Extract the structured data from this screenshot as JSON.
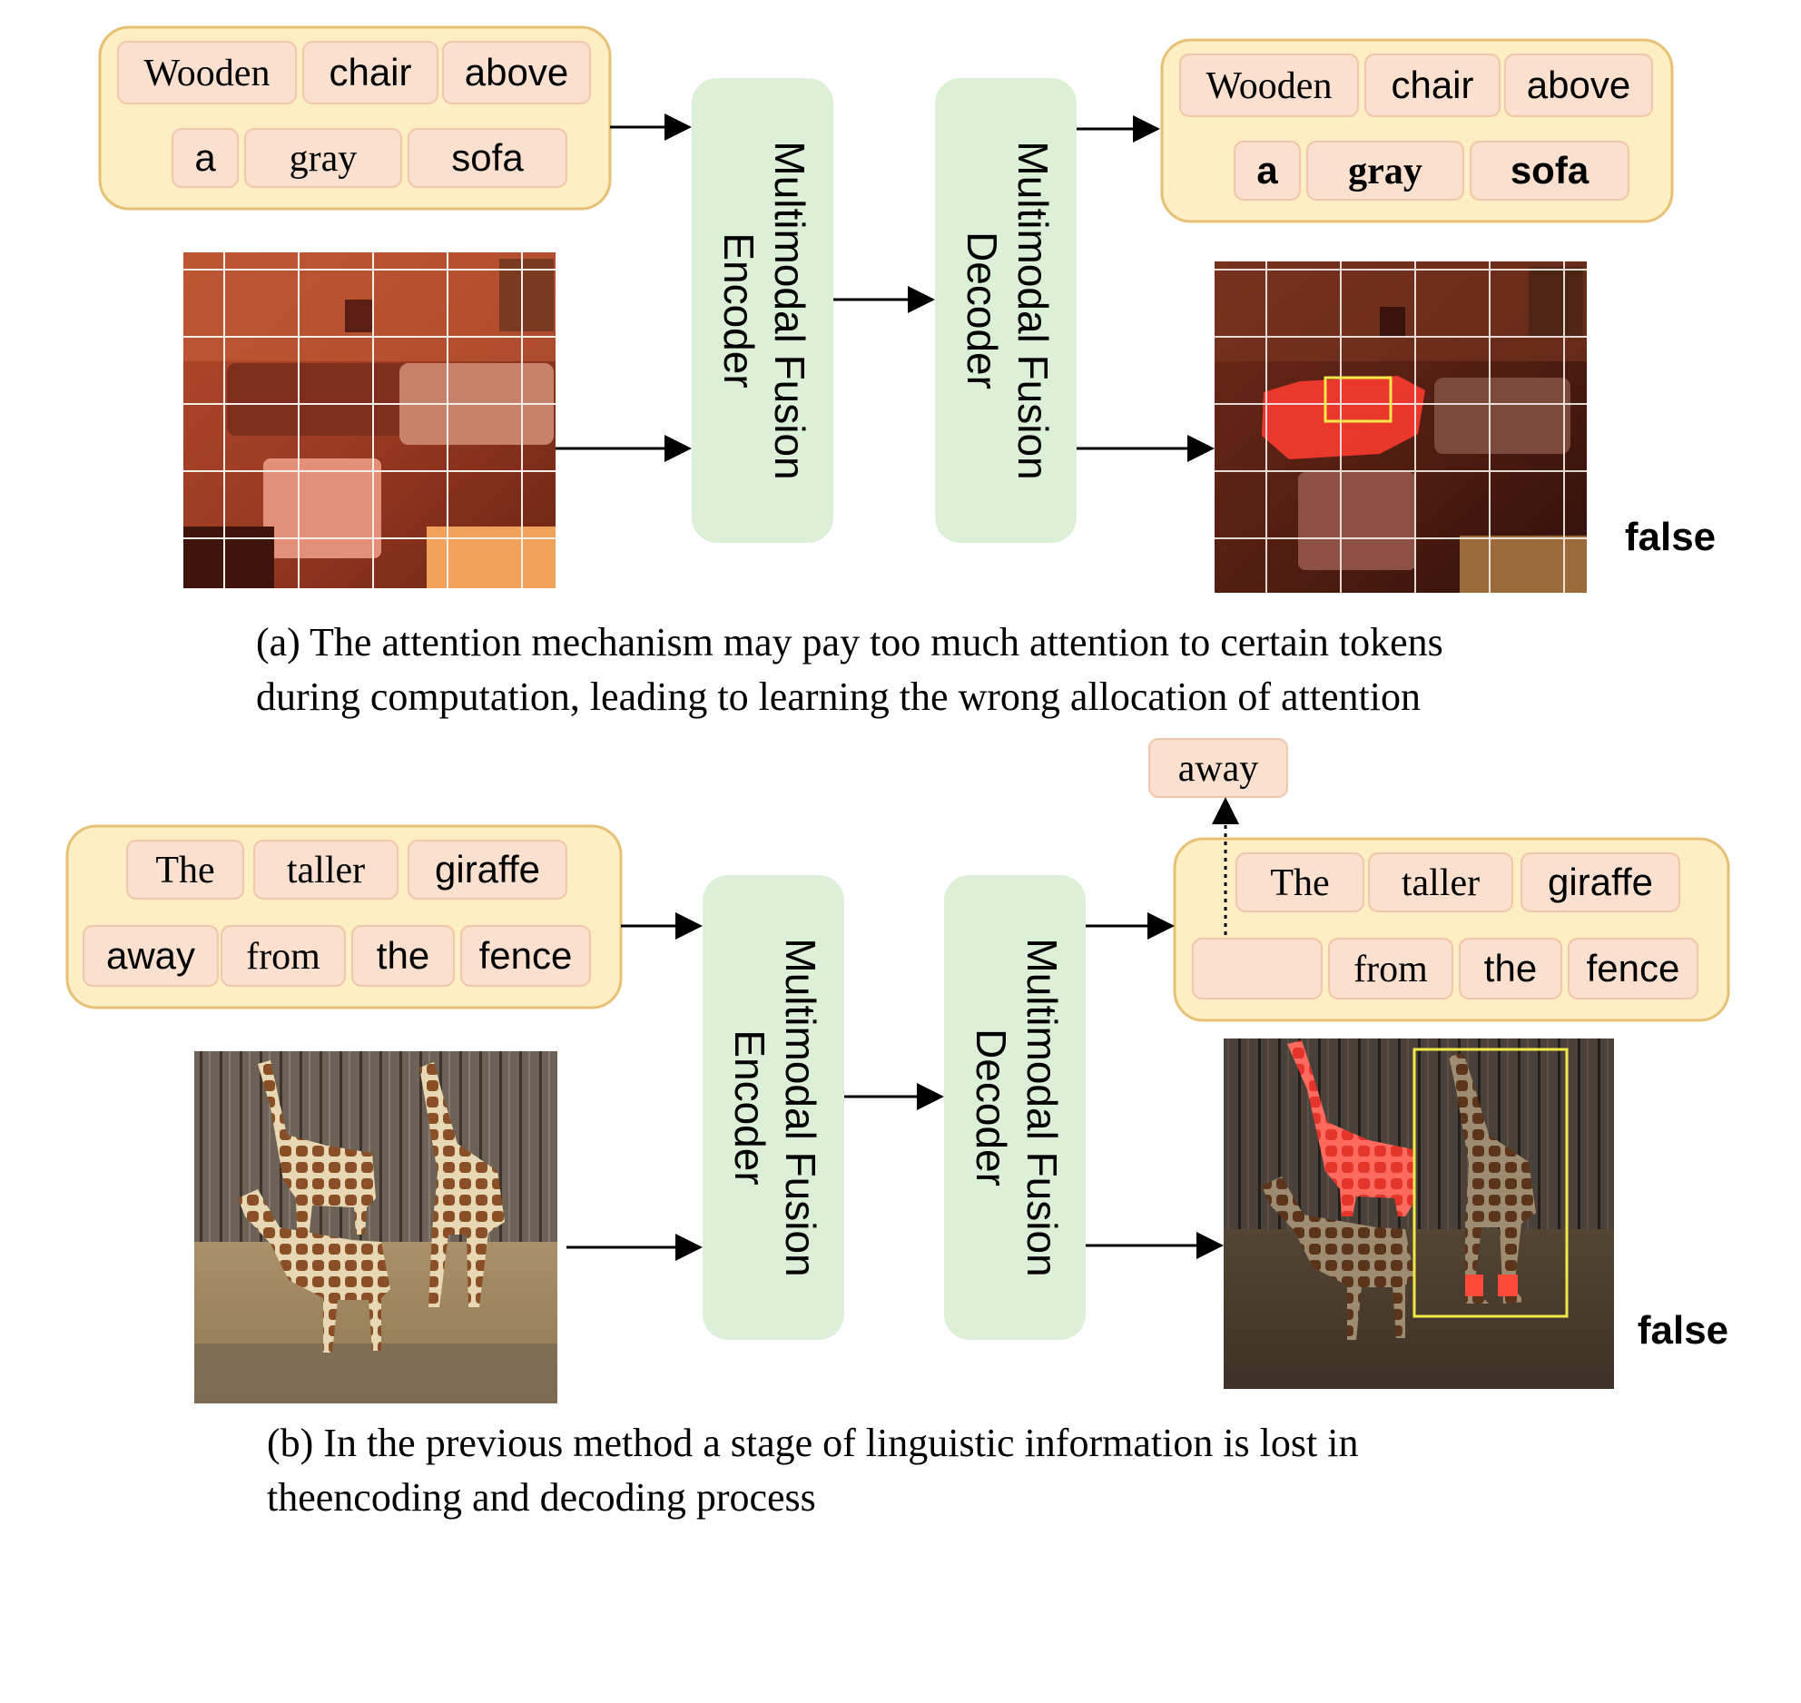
{
  "panel_a": {
    "input_tokens_row1": [
      "Wooden",
      "chair",
      "above"
    ],
    "input_tokens_row2": [
      "a",
      "gray",
      "sofa"
    ],
    "output_tokens_row1": [
      "Wooden",
      "chair",
      "above"
    ],
    "output_tokens_row2": [
      "a",
      "gray",
      "sofa"
    ],
    "encoder_label": [
      "Multimodal Fusion",
      "Encoder"
    ],
    "decoder_label": [
      "Multimodal Fusion",
      "Decoder"
    ],
    "result_label": "false",
    "caption": [
      "(a) The attention mechanism may pay too much attention to certain tokens",
      "during computation, leading to learning the wrong allocation of attention"
    ]
  },
  "panel_b": {
    "input_tokens_row1": [
      "The",
      "taller",
      "giraffe"
    ],
    "input_tokens_row2": [
      "away",
      "from",
      "the",
      "fence"
    ],
    "output_tokens_row1": [
      "The",
      "taller",
      "giraffe"
    ],
    "output_tokens_row2": [
      "",
      "from",
      "the",
      "fence"
    ],
    "lost_token": "away",
    "encoder_label": [
      "Multimodal Fusion",
      "Encoder"
    ],
    "decoder_label": [
      "Multimodal Fusion",
      "Decoder"
    ],
    "result_label": "false",
    "caption": [
      "(b) In the previous method a stage of linguistic information is lost in",
      "theencoding and decoding process"
    ]
  },
  "colors": {
    "container_fill": "#fdeec4",
    "container_stroke": "#e6c074",
    "token_fill": "#fbe0d0",
    "token_stroke": "#f1c6aa",
    "module_fill": "#dcefd7",
    "highlight_red": "#ff3b30",
    "box_yellow": "#f2e84a"
  }
}
